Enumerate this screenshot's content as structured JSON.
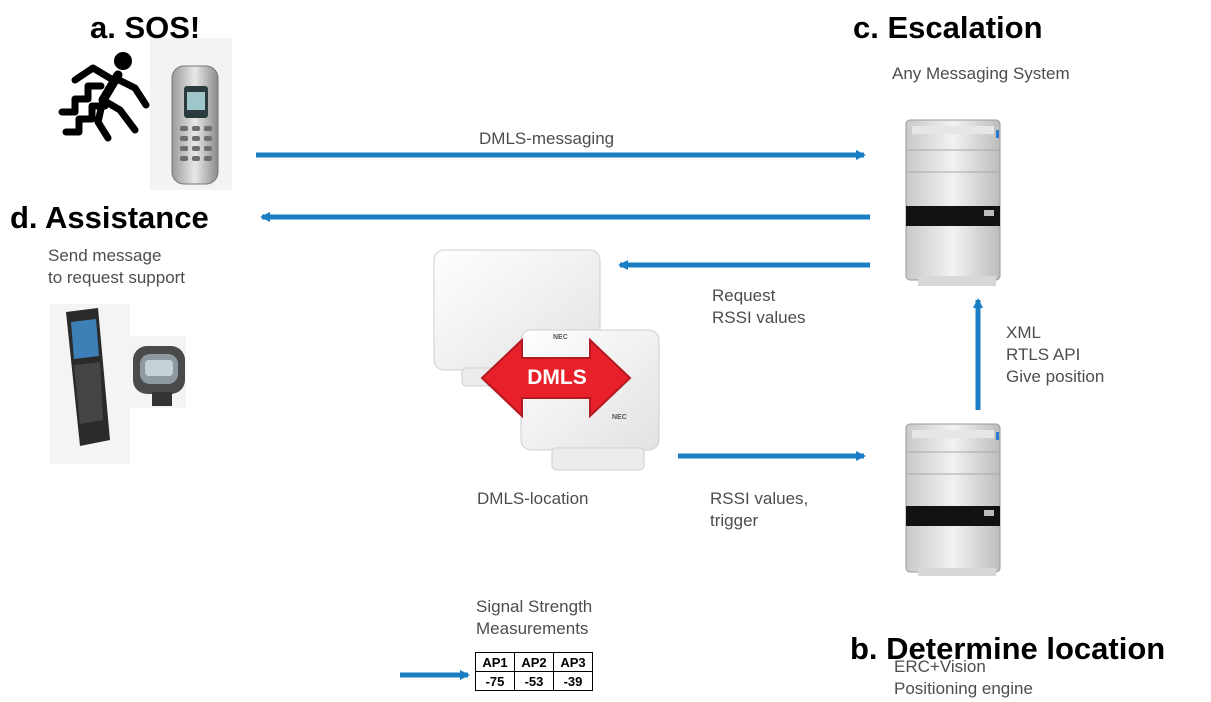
{
  "headings": {
    "sos": "a. SOS!",
    "escalation": "c. Escalation",
    "assistance": "d. Assistance",
    "determine": "b. Determine location"
  },
  "escalation_subtitle": "Any Messaging System",
  "assistance_subtitle": [
    "Send message",
    "to request support"
  ],
  "arrow_labels": {
    "messaging": "DMLS-messaging",
    "request_rssi": [
      "Request",
      "RSSI values"
    ],
    "rssi_trigger": [
      "RSSI values,",
      "trigger"
    ],
    "xml_api": [
      "XML",
      "RTLS API",
      "Give position"
    ]
  },
  "dmls_badge": "DMLS",
  "ap_brand": "NEC",
  "dmls_location": "DMLS-location",
  "signal": {
    "title": [
      "Signal Strength",
      "Measurements"
    ],
    "headers": [
      "AP1",
      "AP2",
      "AP3"
    ],
    "values": [
      "-75",
      "-53",
      "-39"
    ]
  },
  "engine": [
    "ERC+Vision",
    "Positioning engine"
  ],
  "colors": {
    "arrow": "#1b7dc4",
    "badge": "#e8202a",
    "badge_text": "#ffffff"
  },
  "icons": [
    "falling-person-icon",
    "dect-handset-icon",
    "server-icon",
    "access-point-icon",
    "smartphone-icon",
    "watch-pager-icon"
  ]
}
